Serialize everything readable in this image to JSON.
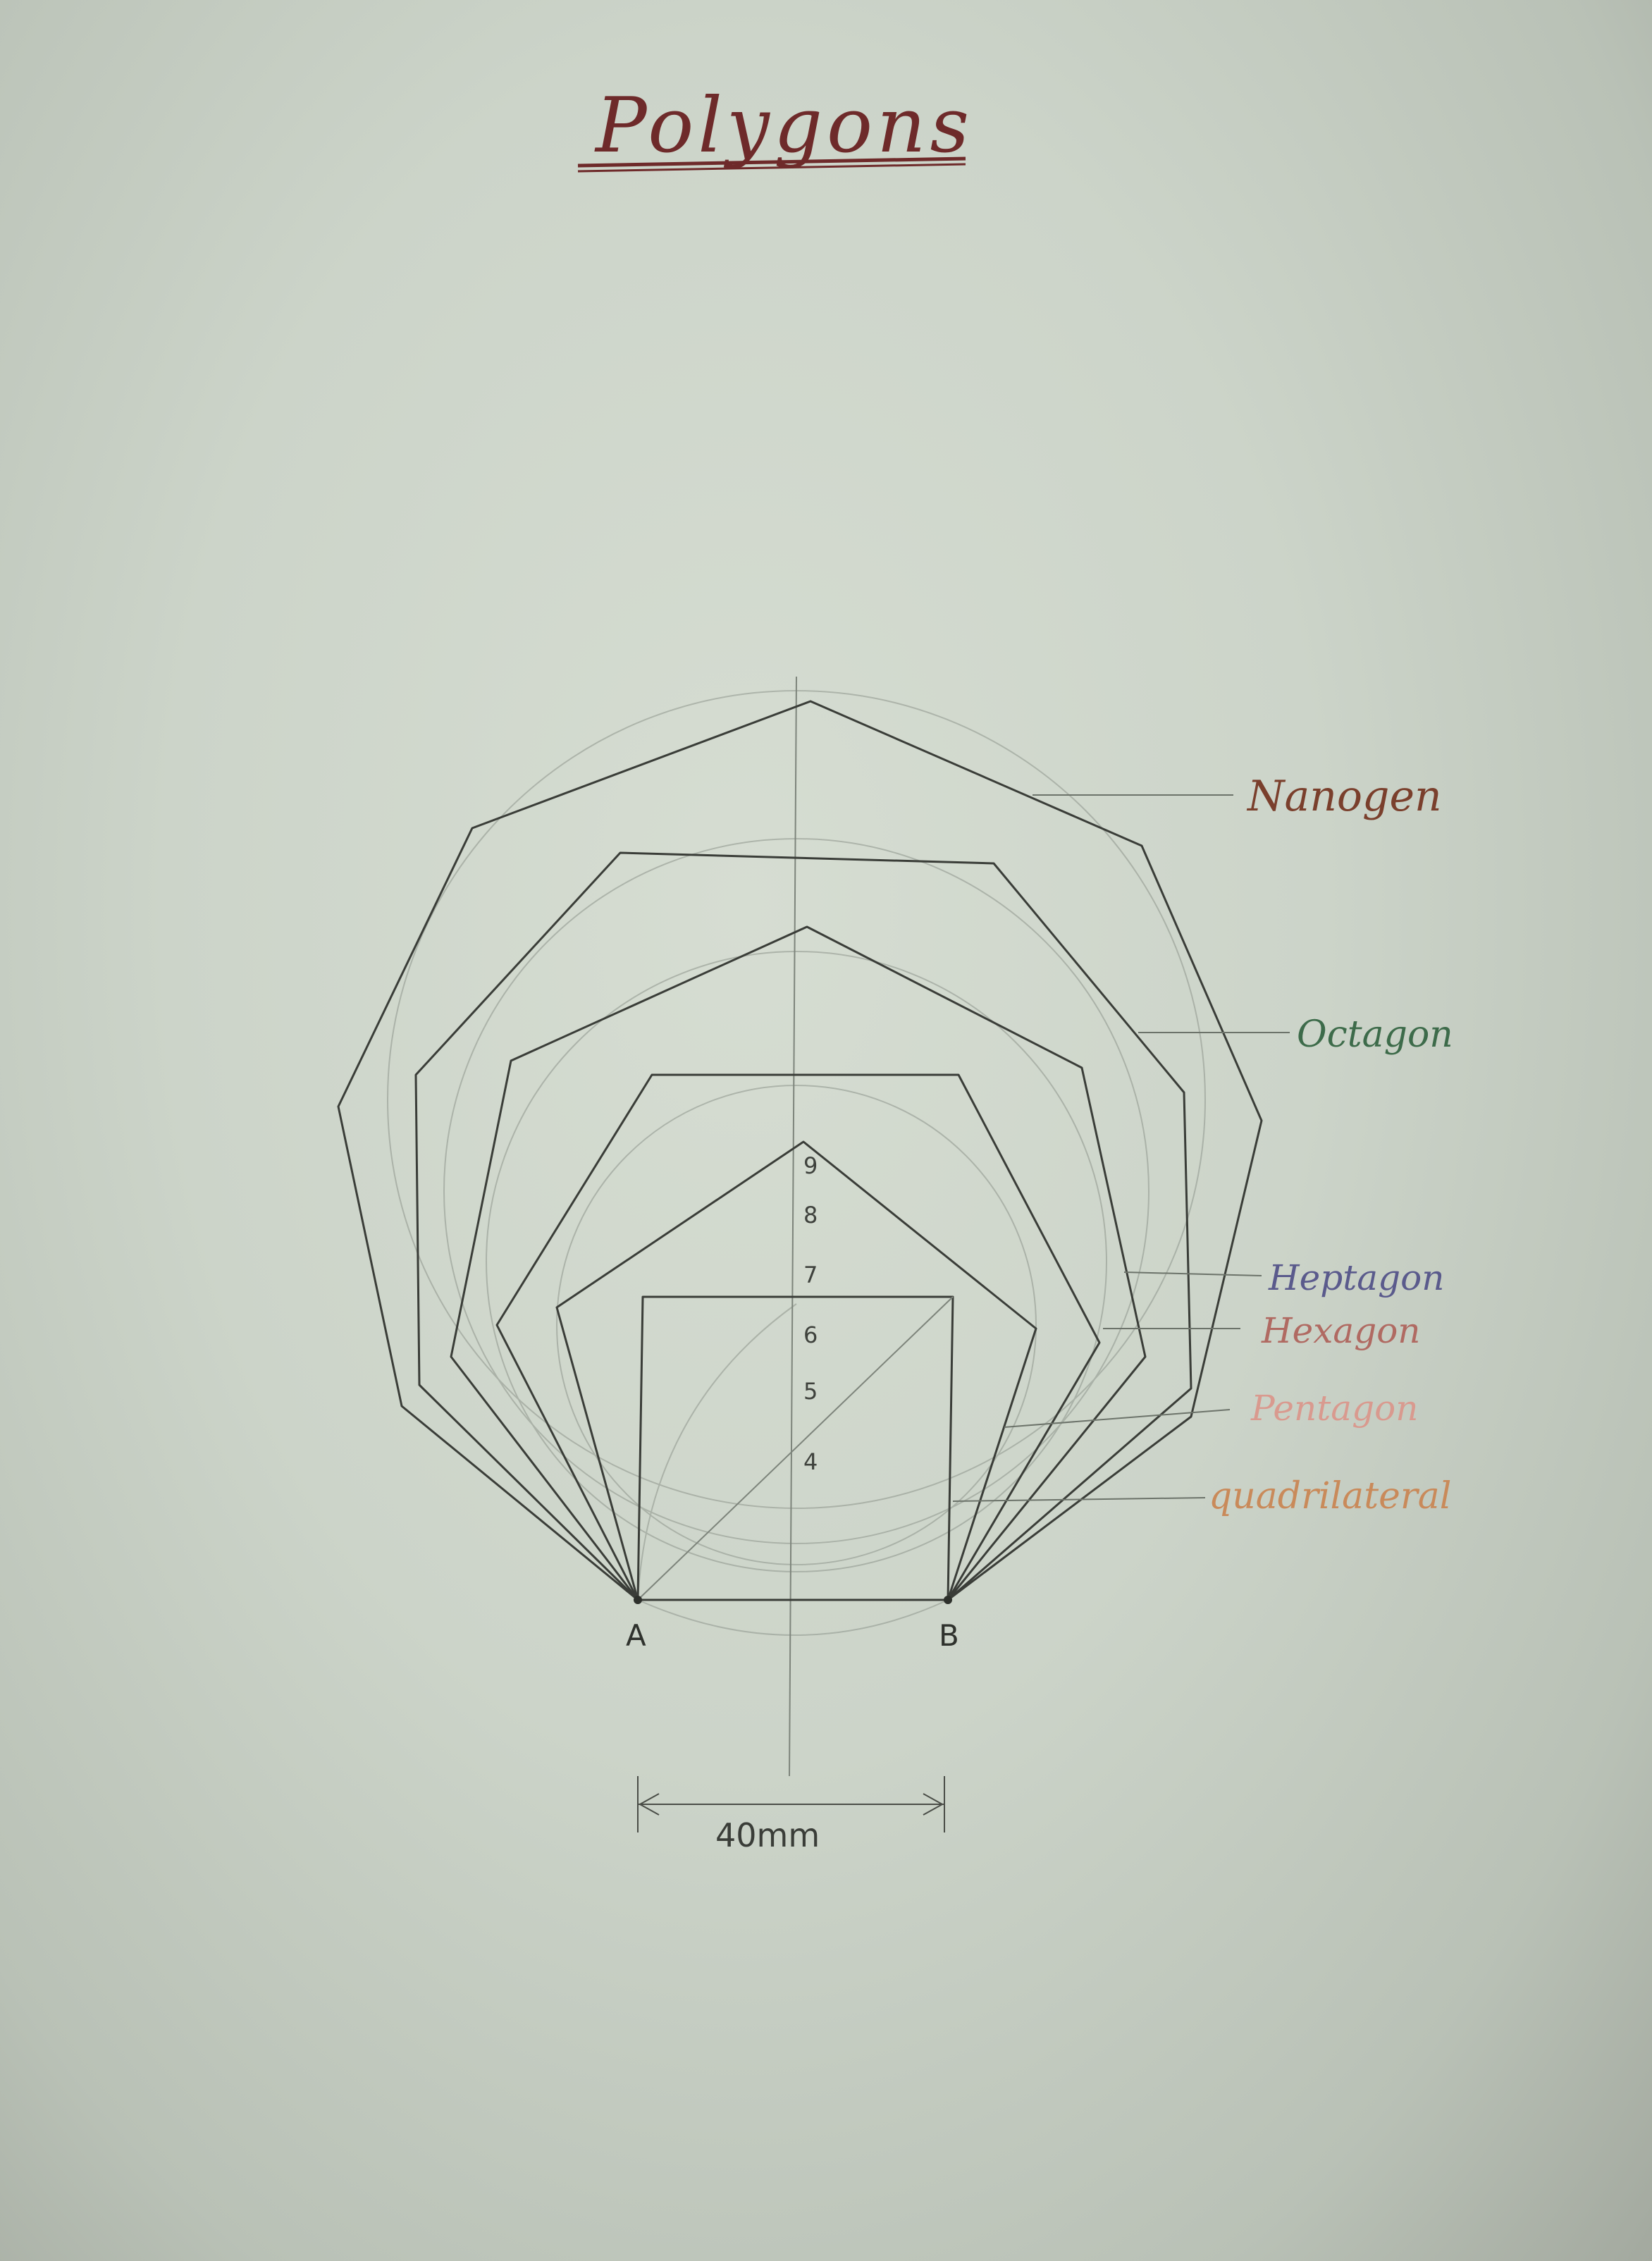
{
  "title": "Polygons",
  "labels": {
    "nonagon": "Nanogen",
    "octagon": "Octagon",
    "heptagon": "Heptagon",
    "hexagon": "Hexagon",
    "pentagon": "Pentagon",
    "quadrilateral": "quadrilateral"
  },
  "points": {
    "a": "A",
    "b": "B"
  },
  "center_marks": [
    "4",
    "5",
    "6",
    "7",
    "8",
    "9"
  ],
  "dimension": "40mm",
  "colors": {
    "title": "#6e2a2a",
    "nonagon": "#7a3f2c",
    "octagon": "#3d6b4a",
    "heptagon": "#5a5a8c",
    "hexagon": "#b06a62",
    "pentagon": "#d99a8f",
    "quadrilateral": "#c98a5a",
    "pencil": "#3a3d38"
  }
}
